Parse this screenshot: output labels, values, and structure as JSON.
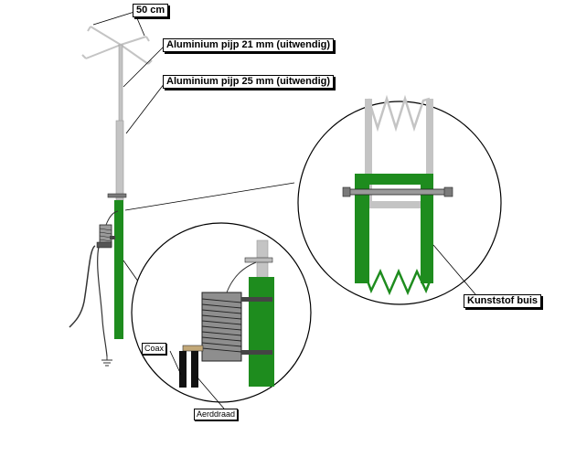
{
  "labels": {
    "top_width": "50 cm",
    "pipe_21": "Aluminium pijp 21 mm (uitwendig)",
    "pipe_25": "Aluminium pijp 25 mm (uitwendig)",
    "plastic_tube": "Kunststof buis",
    "coax": "Coax",
    "ground_wire": "Aerddraad"
  },
  "colors": {
    "plastic_green": "#1e8c1e",
    "aluminium_grey": "#c4c4c4",
    "line": "#000000",
    "background": "#ffffff"
  }
}
